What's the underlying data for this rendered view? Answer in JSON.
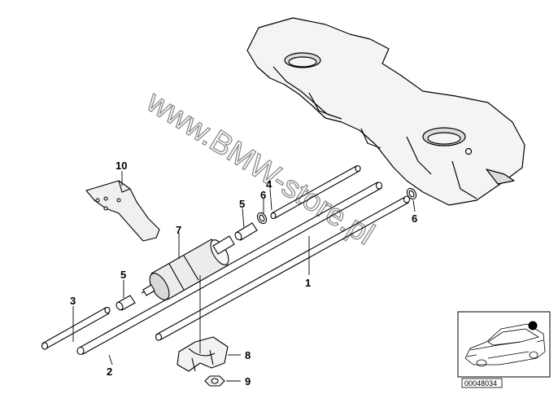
{
  "watermark": "www.BMW-store.pl",
  "part_labels": {
    "p1": "1",
    "p2": "2",
    "p3": "3",
    "p4": "4",
    "p5a": "5",
    "p5b": "5",
    "p6a": "6",
    "p6b": "6",
    "p7": "7",
    "p8": "8",
    "p9": "9",
    "p10": "10"
  },
  "reference_code": "00048034",
  "thumbnail_marker_color": "#000000"
}
